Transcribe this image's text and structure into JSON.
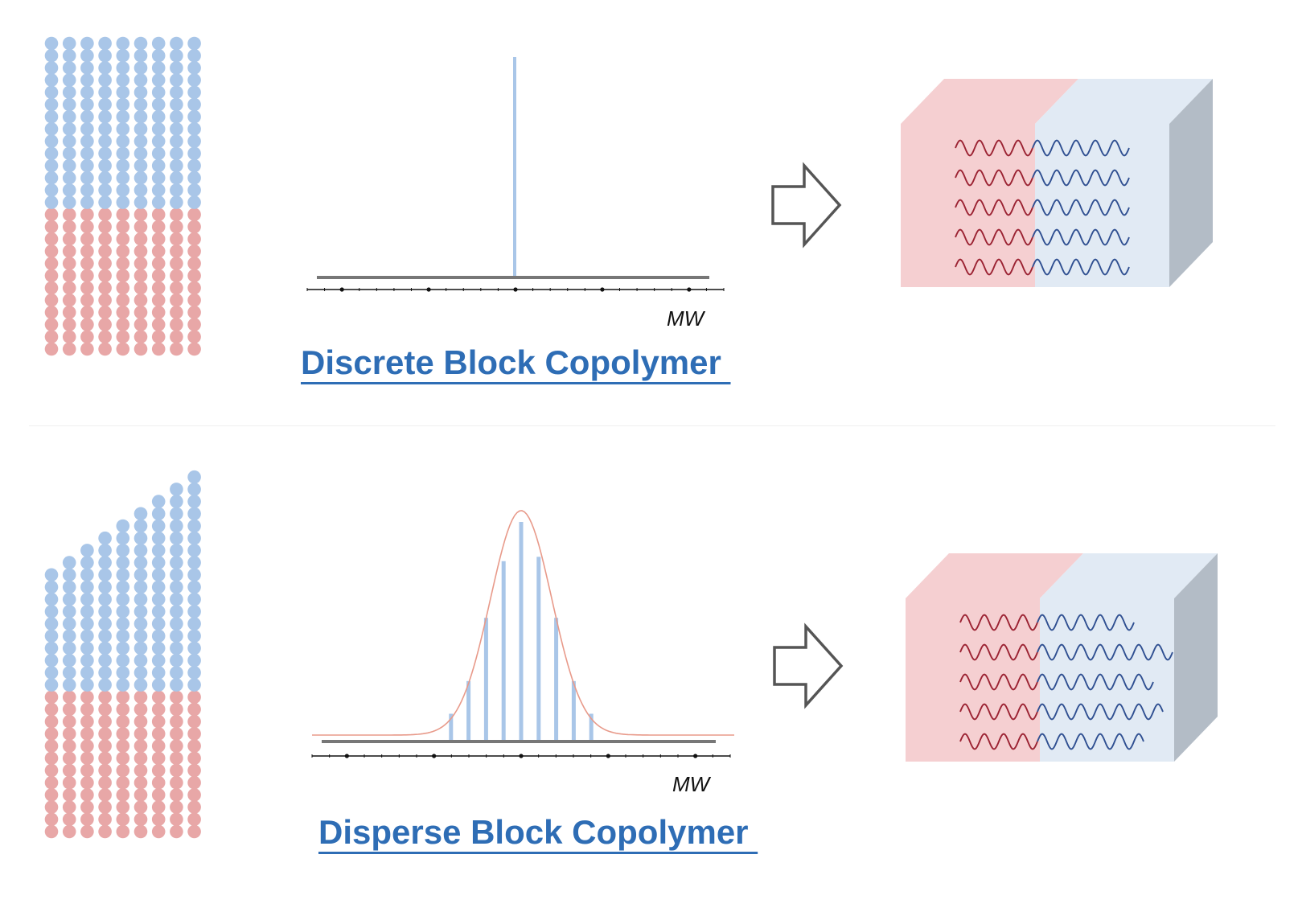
{
  "colors": {
    "block_a_bead": "#a9c6e8",
    "block_b_bead": "#e8a7a7",
    "distribution_bar": "#a9c6e8",
    "distribution_fit": "#e89a8a",
    "axis": "#777777",
    "caption": "#2e6db5",
    "red_domain": "#f5cfd1",
    "blue_domain": "#e1eaf4",
    "cube_side": "#b3bcc6",
    "red_chain": "#9b2232",
    "blue_chain": "#2f4f91"
  },
  "panels": [
    {
      "id": "discrete",
      "caption": "Discrete Block Copolymer ",
      "axis_label": "MW",
      "chains": {
        "blue_beads": [
          14,
          14,
          14,
          14,
          14,
          14,
          14,
          14,
          14
        ],
        "red_beads": [
          12,
          12,
          12,
          12,
          12,
          12,
          12,
          12,
          12
        ]
      },
      "distribution": {
        "bars": [
          1.0
        ],
        "fit_curve": false
      },
      "morphology": {
        "red_chains": 5,
        "blue_chain_waves": [
          5,
          5,
          5,
          5,
          5
        ]
      }
    },
    {
      "id": "disperse",
      "caption": "Disperse Block Copolymer ",
      "axis_label": "MW",
      "chains": {
        "blue_beads": [
          10,
          11,
          12,
          13,
          14,
          15,
          16,
          17,
          18
        ],
        "red_beads": [
          12,
          12,
          12,
          12,
          12,
          12,
          12,
          12,
          12
        ]
      },
      "distribution": {
        "bars": [
          0.12,
          0.27,
          0.56,
          0.82,
          1.0,
          0.84,
          0.56,
          0.27,
          0.12
        ],
        "fit_curve": true
      },
      "morphology": {
        "red_chains": 5,
        "blue_chain_waves": [
          5,
          7,
          6,
          6.5,
          5.5
        ]
      }
    }
  ]
}
